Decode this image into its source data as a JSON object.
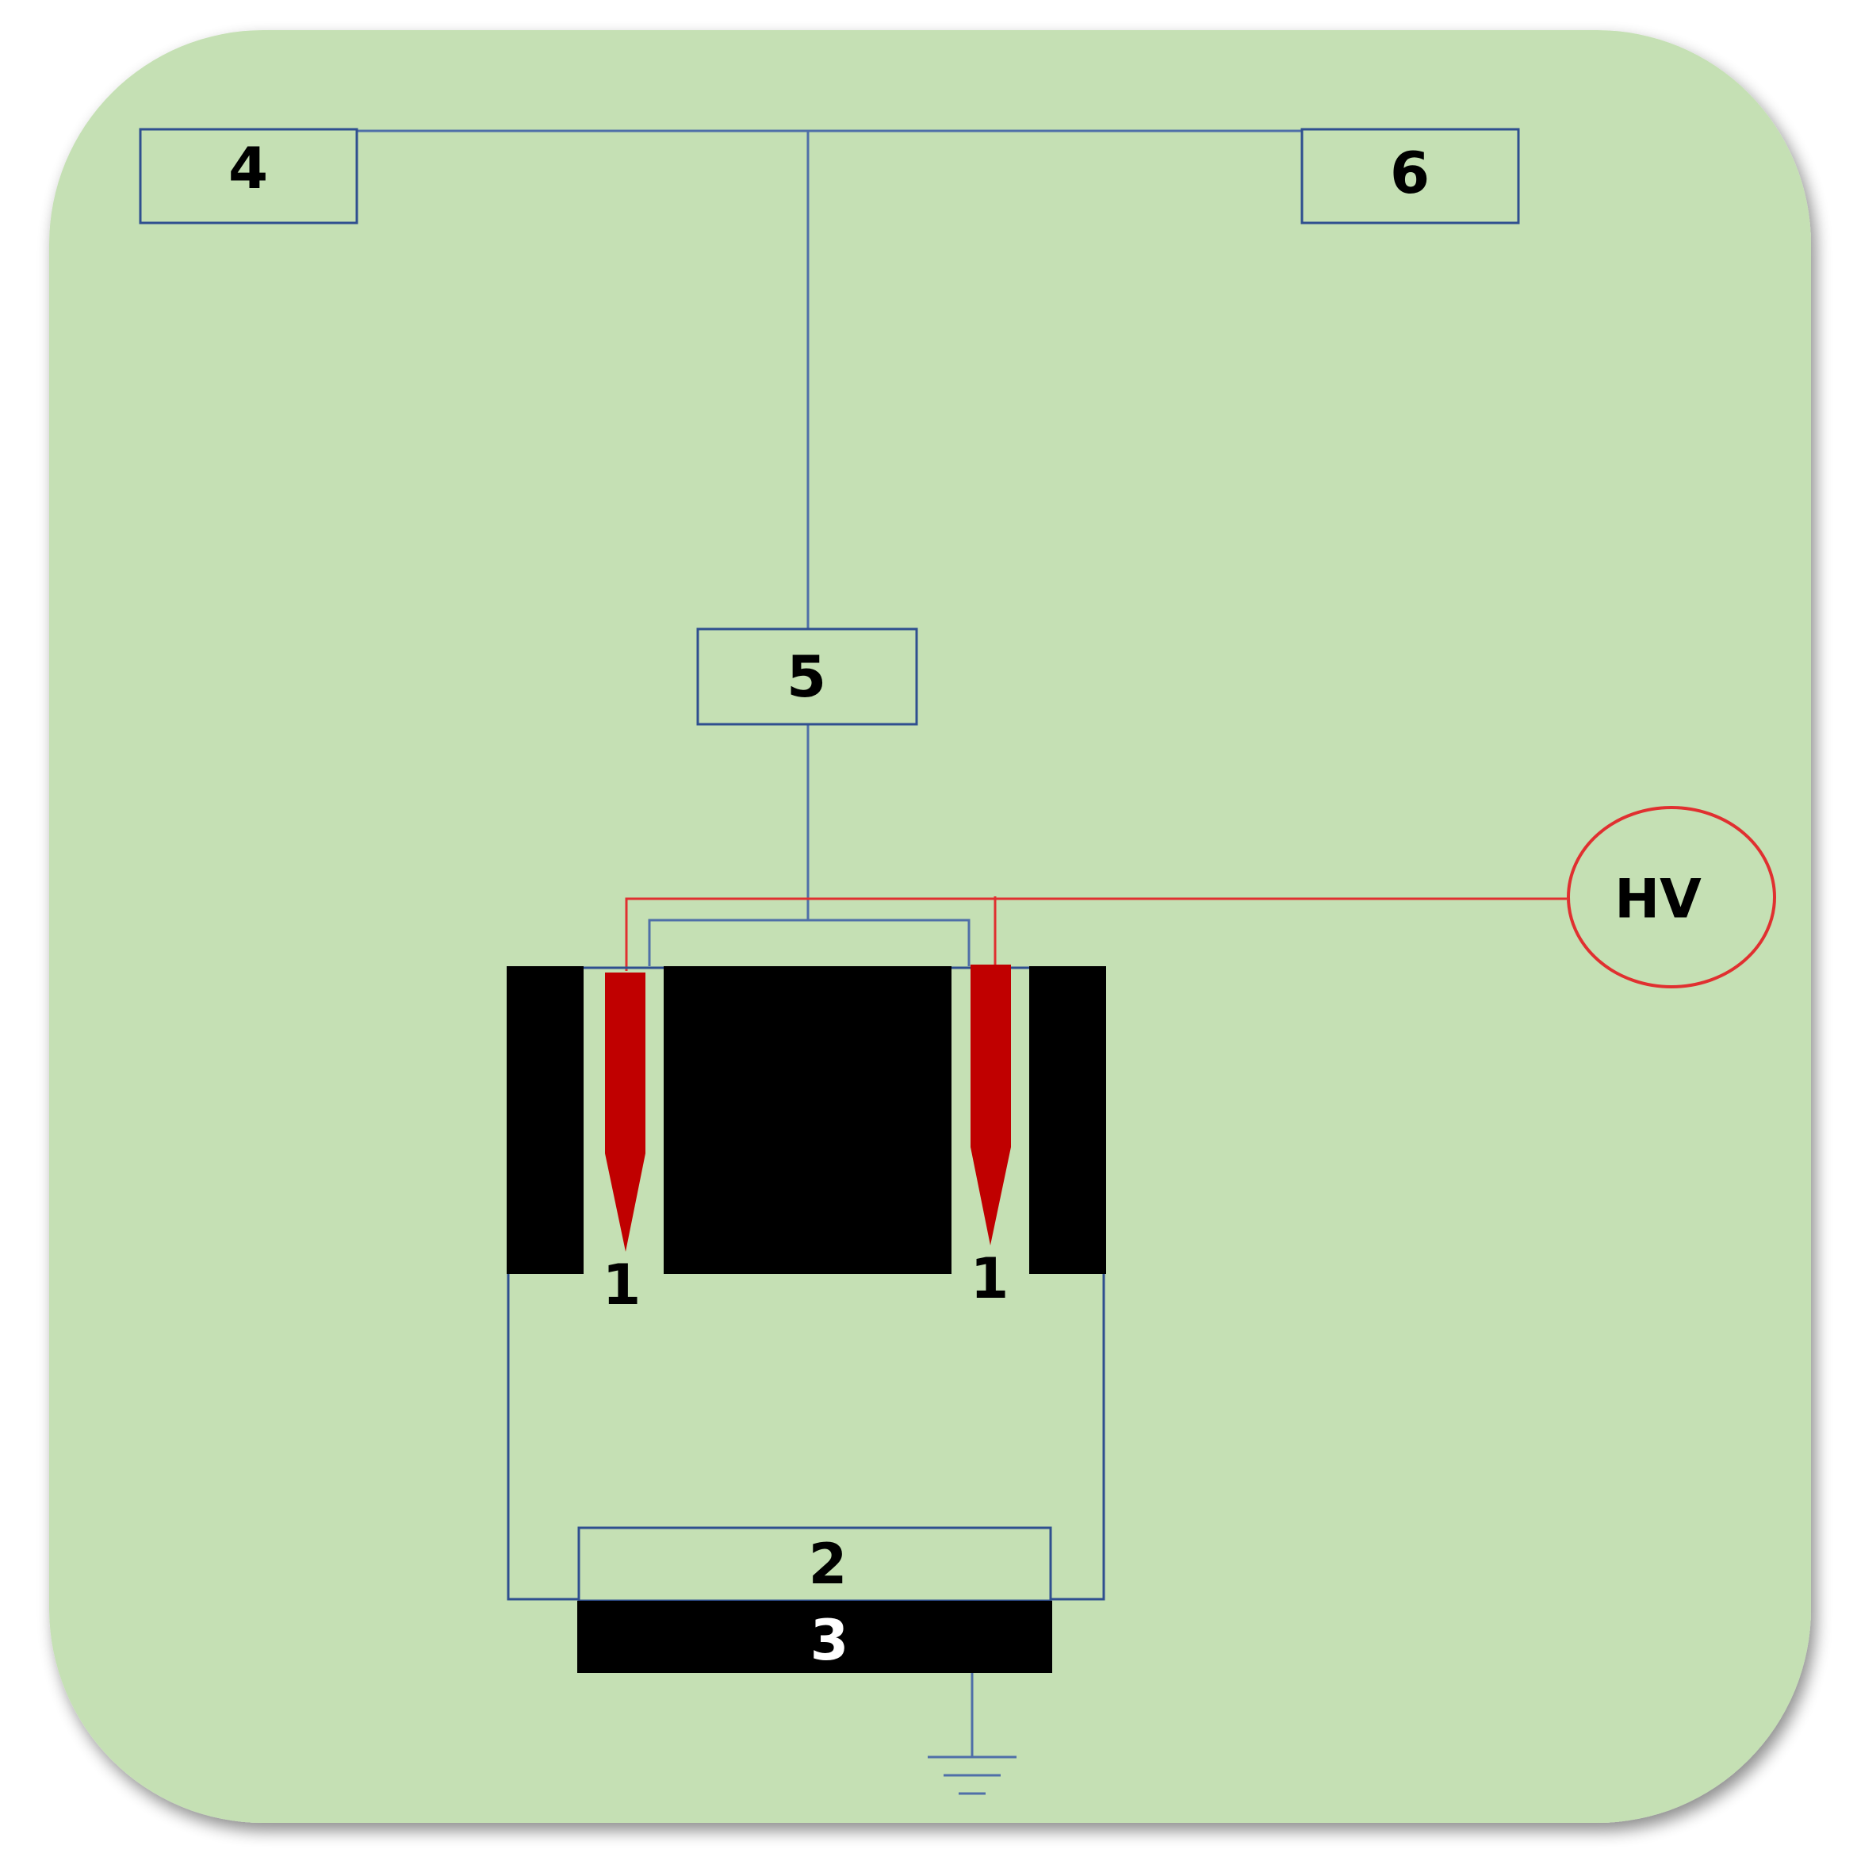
{
  "labels": {
    "box_4": "4",
    "box_6": "6",
    "box_5": "5",
    "needle_left": "1",
    "needle_right": "1",
    "collector": "2",
    "ground_plate": "3",
    "power_supply": "HV"
  },
  "colors": {
    "background_panel": "#c5e0b4",
    "wire": "#4f6fa8",
    "box_border": "#2f4f8f",
    "hv_wire": "#e03030",
    "needle": "#c00000",
    "solid_block": "#000000"
  }
}
